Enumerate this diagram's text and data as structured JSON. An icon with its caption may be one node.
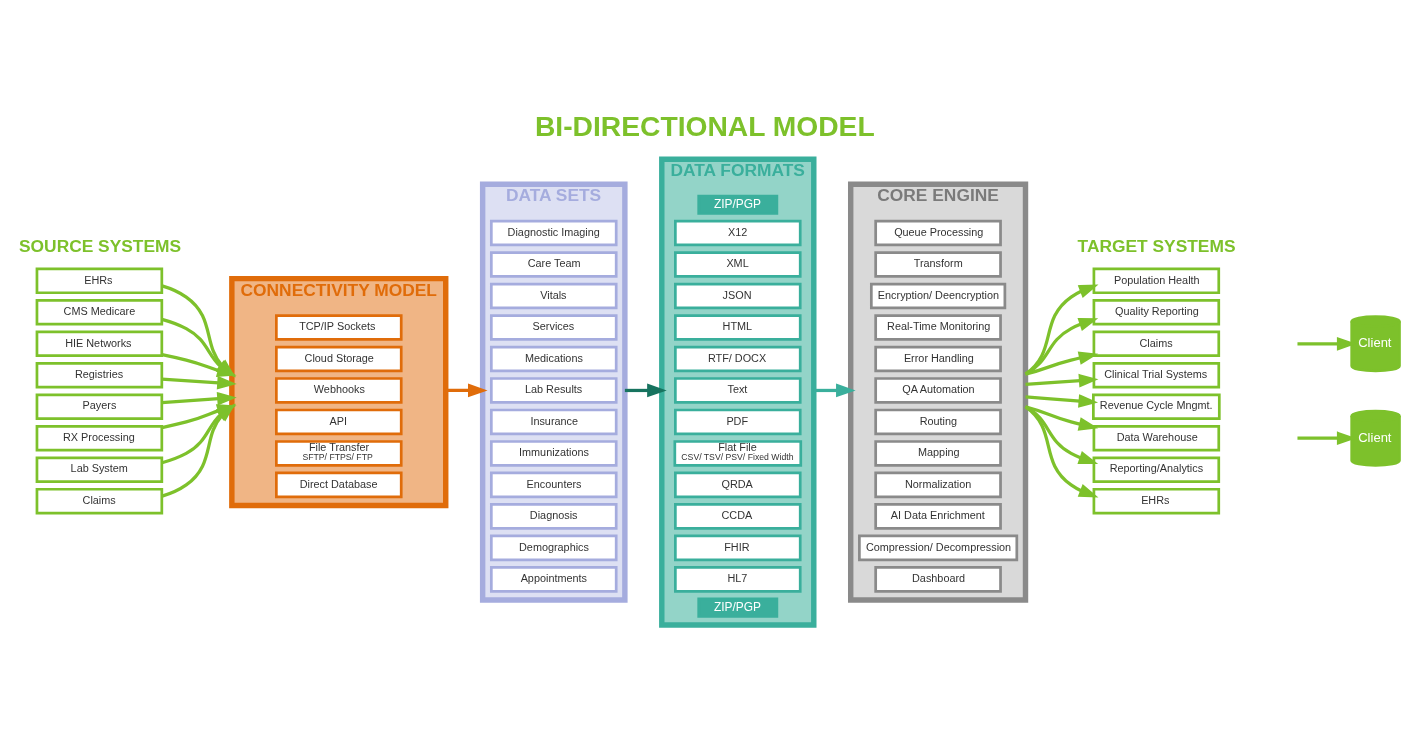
{
  "diagram": {
    "title": "BI-DIRECTIONAL MODEL",
    "nodes": [
      {
        "text": [
          "EHRs"
        ]
      },
      {
        "text": [
          "CMS Medicare"
        ]
      },
      {
        "text": [
          "HIE Networks"
        ]
      },
      {
        "text": [
          "Registries"
        ]
      },
      {
        "text": [
          "Payers"
        ]
      },
      {
        "text": [
          "RX Processing"
        ]
      },
      {
        "text": [
          "Lab System"
        ]
      },
      {
        "text": [
          "Claims"
        ]
      },
      {
        "text": [
          "CONNECTIVITY MODEL"
        ]
      },
      {
        "text": [
          "Direct Database"
        ],
        "in": 8
      },
      {
        "text": [
          "File Transfer",
          "SFTP/ FTPS/ FTP"
        ],
        "in": 8
      },
      {
        "text": [
          "API"
        ],
        "in": 8
      },
      {
        "text": [
          "Webhooks"
        ],
        "in": 8
      },
      {
        "text": [
          "Cloud Storage"
        ],
        "in": 8
      },
      {
        "text": [
          "TCP/IP Sockets"
        ],
        "in": 8
      },
      {
        "text": [
          "DATA SETS"
        ]
      },
      {
        "text": [
          "Appointments"
        ],
        "in": 15
      },
      {
        "text": [
          "Demographics"
        ],
        "in": 15
      },
      {
        "text": [
          "Diagnosis"
        ],
        "in": 15
      },
      {
        "text": [
          "Encounters"
        ],
        "in": 15
      },
      {
        "text": [
          "Immunizations"
        ],
        "in": 15
      },
      {
        "text": [
          "Insurance"
        ],
        "in": 15
      },
      {
        "text": [
          "Lab Results"
        ],
        "in": 15
      },
      {
        "text": [
          "Medications"
        ],
        "in": 15
      },
      {
        "text": [
          "Services"
        ],
        "in": 15
      },
      {
        "text": [
          "Vitals"
        ],
        "in": 15
      },
      {
        "text": [
          "Care Team"
        ],
        "in": 15
      },
      {
        "text": [
          "Diagnostic Imaging"
        ],
        "in": 15
      },
      {
        "text": [
          "DATA FORMATS"
        ]
      },
      {
        "text": [
          "ZIP/PGP"
        ],
        "in": 28
      },
      {
        "text": [
          "HL7"
        ],
        "in": 28
      },
      {
        "text": [
          "FHIR"
        ],
        "in": 28
      },
      {
        "text": [
          "CCDA"
        ],
        "in": 28
      },
      {
        "text": [
          "QRDA"
        ],
        "in": 28
      },
      {
        "text": [
          "Flat File",
          "CSV/ TSV/ PSV/ Fixed Width"
        ],
        "in": 28
      },
      {
        "text": [
          "PDF"
        ],
        "in": 28
      },
      {
        "text": [
          "Text"
        ],
        "in": 28
      },
      {
        "text": [
          "RTF/ DOCX"
        ],
        "in": 28
      },
      {
        "text": [
          "HTML"
        ],
        "in": 28
      },
      {
        "text": [
          "JSON"
        ],
        "in": 28
      },
      {
        "text": [
          "XML"
        ],
        "in": 28
      },
      {
        "text": [
          "X12"
        ],
        "in": 28
      },
      {
        "text": [
          "ZIP/PGP"
        ],
        "in": 28
      },
      {
        "text": [
          "CORE ENGINE"
        ]
      },
      {
        "text": [
          "Dashboard"
        ],
        "in": 43
      },
      {
        "text": [
          "Compression/ Decompression"
        ],
        "in": 43
      },
      {
        "text": [
          "AI Data Enrichment"
        ],
        "in": 43
      },
      {
        "text": [
          "Normalization"
        ],
        "in": 43
      },
      {
        "text": [
          "Mapping"
        ],
        "in": 43
      },
      {
        "text": [
          "Routing"
        ],
        "in": 43
      },
      {
        "text": [
          "QA Automation"
        ],
        "in": 43
      },
      {
        "text": [
          "Error Handling"
        ],
        "in": 43
      },
      {
        "text": [
          "Real-Time Monitoring"
        ],
        "in": 43
      },
      {
        "text": [
          "Encryption/ Deencryption"
        ],
        "in": 43
      },
      {
        "text": [
          "Transform"
        ],
        "in": 43
      },
      {
        "text": [
          "Queue Processing"
        ],
        "in": 43
      },
      {
        "text": [
          "Population Health"
        ]
      },
      {
        "text": [
          "Quality Reporting"
        ]
      },
      {
        "text": [
          "Claims"
        ]
      },
      {
        "text": [
          "Clinical Trial Systems"
        ]
      },
      {
        "text": [
          "Revenue Cycle Mngmt."
        ]
      },
      {
        "text": [
          "Data Warehouse"
        ]
      },
      {
        "text": [
          "Reporting/Analytics"
        ]
      },
      {
        "text": [
          "EHRs"
        ]
      },
      {
        "text": [
          "Client"
        ]
      },
      {
        "text": [
          "Client"
        ]
      }
    ],
    "edges": [
      {
        "from": 0,
        "to": 8,
        "arrow": "to"
      },
      {
        "from": 1,
        "to": 8,
        "arrow": "to"
      },
      {
        "from": 2,
        "to": 8,
        "arrow": "to"
      },
      {
        "from": 3,
        "to": 8,
        "arrow": "to"
      },
      {
        "from": 4,
        "to": 8,
        "arrow": "to"
      },
      {
        "from": 5,
        "to": 8,
        "arrow": "to"
      },
      {
        "from": 6,
        "to": 8,
        "arrow": "to"
      },
      {
        "from": 7,
        "to": 8,
        "arrow": "to"
      },
      {
        "from": 8,
        "to": 15,
        "arrow": "to",
        "color": "#e06c0a"
      },
      {
        "from": 15,
        "to": 28,
        "arrow": "to",
        "color": "#17735f"
      },
      {
        "from": 28,
        "to": 43,
        "arrow": "to",
        "color": "#3aaf9c"
      },
      {
        "from": 43,
        "to": 56,
        "arrow": "to"
      },
      {
        "from": 43,
        "to": 57,
        "arrow": "to"
      },
      {
        "from": 43,
        "to": 58,
        "arrow": "to"
      },
      {
        "from": 43,
        "to": 59,
        "arrow": "to"
      },
      {
        "from": 43,
        "to": 60,
        "arrow": "to"
      },
      {
        "from": 43,
        "to": 61,
        "arrow": "to"
      },
      {
        "from": 43,
        "to": 62,
        "arrow": "to"
      },
      {
        "from": 43,
        "to": 63,
        "arrow": "to"
      },
      {
        "from": null,
        "to": 64,
        "arrow": "to"
      },
      {
        "from": null,
        "to": 65,
        "arrow": "to"
      }
    ],
    "labels": [
      "SOURCE SYSTEMS",
      "TARGET SYSTEMS"
    ]
  }
}
